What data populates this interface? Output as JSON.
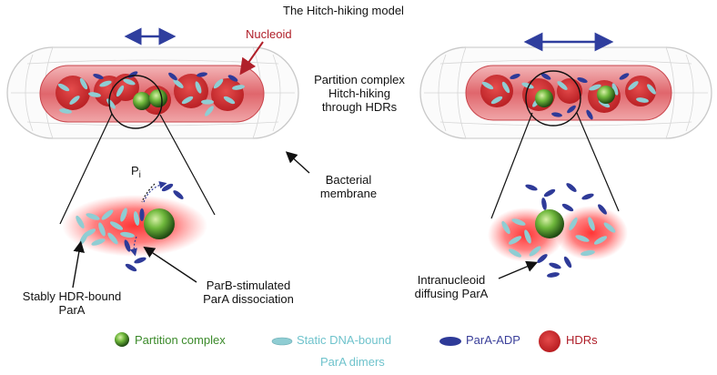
{
  "title": "The Hitch-hiking model",
  "labels": {
    "nucleoid": "Nucleoid",
    "partition_line1": "Partition complex",
    "partition_line2": "Hitch-hiking",
    "partition_line3": "through HDRs",
    "membrane_line1": "Bacterial",
    "membrane_line2": "membrane",
    "pi": "P",
    "pi_sub": "i",
    "stably_line1": "Stably HDR-bound",
    "stably_line2": "ParA",
    "parb_line1": "ParB-stimulated",
    "parb_line2": "ParA dissociation",
    "intra_line1": "Intranucleoid",
    "intra_line2": "diffusing ParA"
  },
  "legend": {
    "partition_complex": "Partition complex",
    "static_dna_bound": "Static DNA-bound",
    "para_adp": "ParA-ADP",
    "hdrs": "HDRs",
    "para_dimers": "ParA dimers"
  },
  "colors": {
    "nucleoid_red": "#d8545c",
    "hdr_red": "#d42a2a",
    "partition_green": "#58a53a",
    "static_cyan": "#8fcdd3",
    "adp_blue": "#2e3a98",
    "arrow_blue": "#2f3e9e",
    "label_red": "#b0202a"
  }
}
